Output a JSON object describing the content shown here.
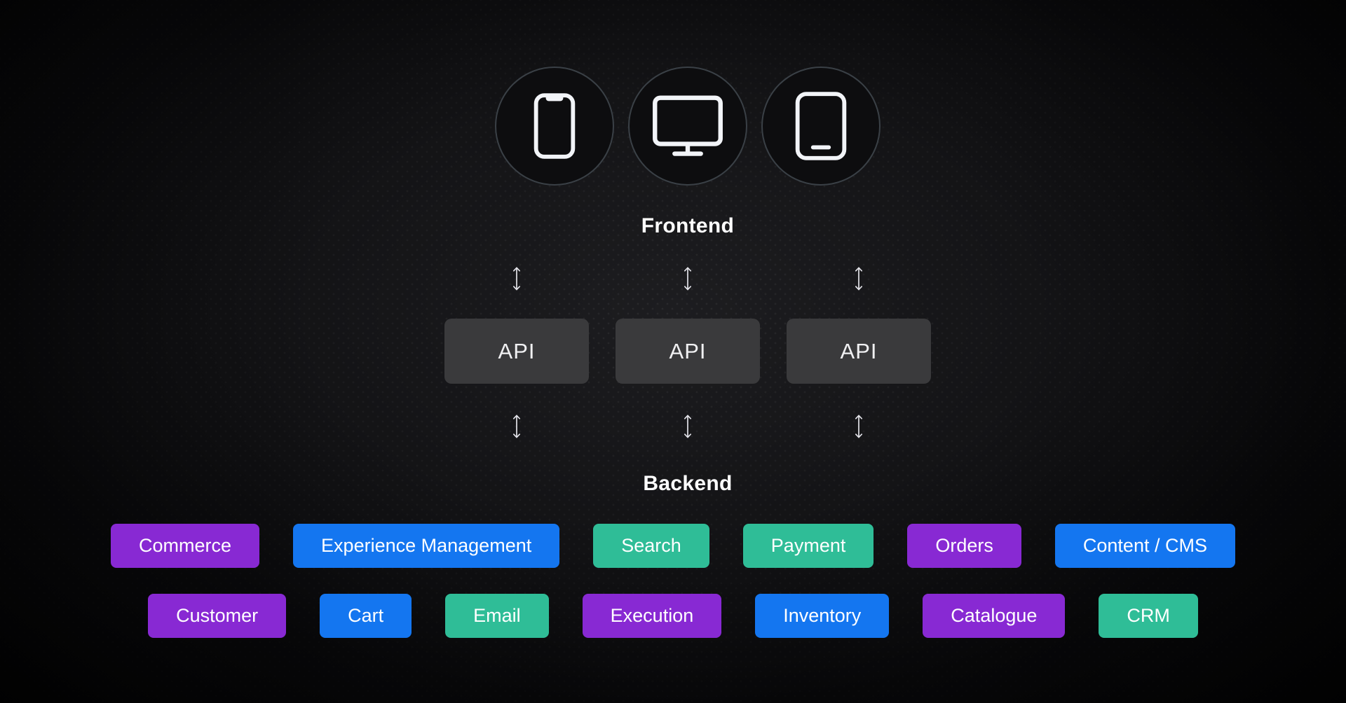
{
  "labels": {
    "frontend": "Frontend",
    "backend": "Backend"
  },
  "devices": [
    {
      "name": "mobile",
      "icon": "smartphone-icon"
    },
    {
      "name": "desktop",
      "icon": "monitor-icon"
    },
    {
      "name": "tablet",
      "icon": "tablet-icon"
    }
  ],
  "api_nodes": [
    {
      "label": "API"
    },
    {
      "label": "API"
    },
    {
      "label": "API"
    }
  ],
  "services": {
    "row1": [
      {
        "label": "Commerce",
        "color": "purple"
      },
      {
        "label": "Experience Management",
        "color": "blue"
      },
      {
        "label": "Search",
        "color": "teal"
      },
      {
        "label": "Payment",
        "color": "teal"
      },
      {
        "label": "Orders",
        "color": "purple"
      },
      {
        "label": "Content / CMS",
        "color": "blue"
      }
    ],
    "row2": [
      {
        "label": "Customer",
        "color": "purple"
      },
      {
        "label": "Cart",
        "color": "blue"
      },
      {
        "label": "Email",
        "color": "teal"
      },
      {
        "label": "Execution",
        "color": "purple"
      },
      {
        "label": "Inventory",
        "color": "blue"
      },
      {
        "label": "Catalogue",
        "color": "purple"
      },
      {
        "label": "CRM",
        "color": "teal"
      }
    ]
  },
  "colors": {
    "purple": "#8829d3",
    "blue": "#1476f0",
    "teal": "#2fbd97",
    "api_box": "#3a3a3c",
    "background_center": "#1d1d20",
    "background_edge": "#000000"
  }
}
